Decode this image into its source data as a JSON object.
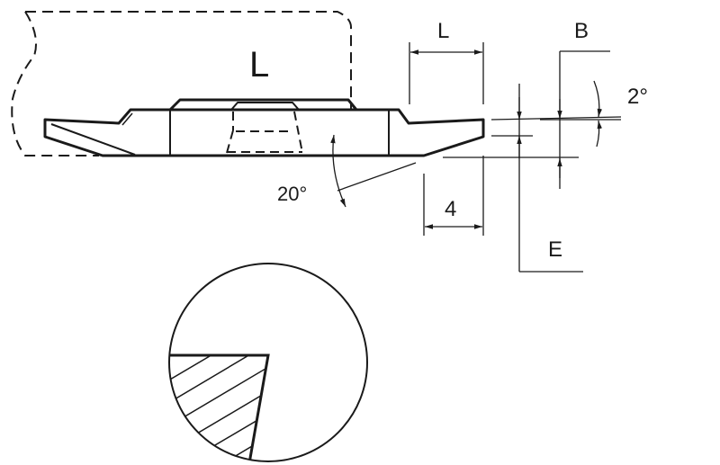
{
  "labels": {
    "main_length": "L",
    "dim_length": "L",
    "dim_b": "B",
    "angle_small": "2°",
    "angle_bevel": "20°",
    "dim_four": "4",
    "dim_e": "E"
  },
  "colors": {
    "line": "#1a1a1a",
    "background": "#ffffff"
  }
}
